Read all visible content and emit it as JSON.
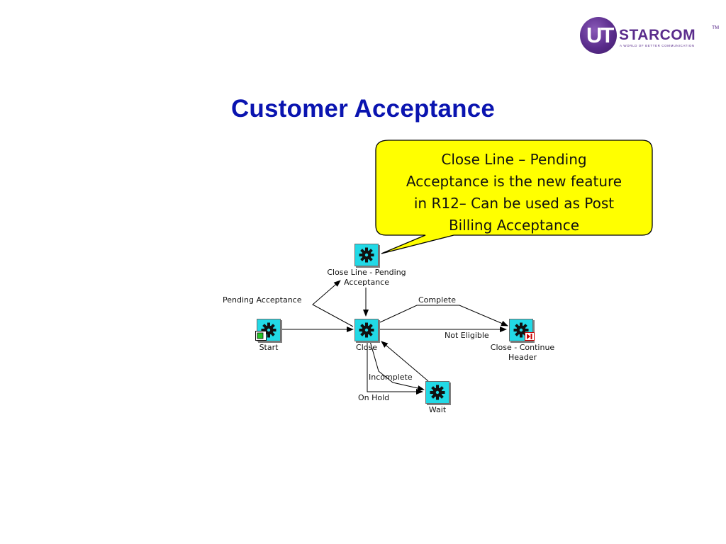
{
  "slide": {
    "title": "Customer Acceptance"
  },
  "logo": {
    "mark": "UT",
    "wordmark": "STARCOM",
    "trademark": "TM",
    "tagline": "A WORLD OF BETTER COMMUNICATION",
    "color": "#5a2c8c"
  },
  "callout": {
    "lines": [
      "Close Line – Pending",
      "Acceptance is the new feature",
      "in R12– Can be used as Post",
      "Billing Acceptance"
    ],
    "fill": "#ffff00"
  },
  "workflow": {
    "node_color": "#22d9e6",
    "nodes": {
      "close_line_pending": {
        "icon": "gear-icon",
        "label_lines": [
          "Close Line - Pending",
          "Acceptance"
        ]
      },
      "start": {
        "icon": "gear-icon",
        "badge": "start-badge-icon",
        "label_lines": [
          "Start"
        ]
      },
      "close": {
        "icon": "gear-icon",
        "label_lines": [
          "Close"
        ]
      },
      "close_continue_header": {
        "icon": "gear-icon",
        "badge": "end-badge-icon",
        "label_lines": [
          "Close - Continue",
          "Header"
        ]
      },
      "wait": {
        "icon": "gear-icon",
        "label_lines": [
          "Wait"
        ]
      }
    },
    "edges": {
      "pending_acceptance": "Pending Acceptance",
      "complete": "Complete",
      "not_eligible": "Not Eligible",
      "incomplete": "Incomplete",
      "on_hold": "On Hold"
    }
  }
}
